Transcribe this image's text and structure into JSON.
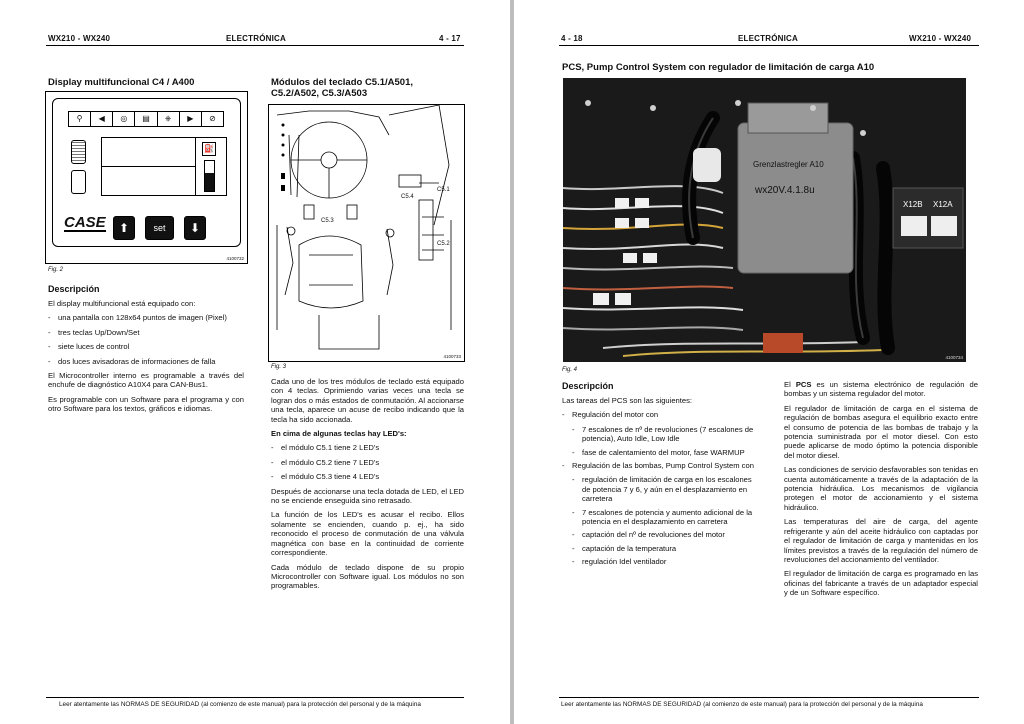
{
  "left_page": {
    "header": {
      "model": "WX210 - WX240",
      "section": "ELECTRÓNICA",
      "page": "4 - 17"
    },
    "display_section": {
      "title": "Display multifuncional C4 / A400",
      "figure_label": "Fig. 2",
      "figure_code": "4100732",
      "case_logo": "CASE",
      "set_button": "set",
      "description_heading": "Descripción",
      "intro": "El display multifuncional está equipado con:",
      "items": [
        "una pantalla con 128x64 puntos de imagen (Pixel)",
        "tres teclas Up/Down/Set",
        "siete luces de control",
        "dos luces avisadoras de informaciones de falla"
      ],
      "para1": "El Microcontroller interno es programable a través del enchufe de diagnóstico A10X4 para CAN-Bus1.",
      "para2": "Es programable con un Software para el programa y con otro Software para los textos, gráficos e idiomas."
    },
    "keyboard_section": {
      "title": "Módulos del teclado C5.1/A501, C5.2/A502, C5.3/A503",
      "figure_label": "Fig. 3",
      "figure_code": "4100733",
      "callouts": [
        "C5.1",
        "C5.4",
        "C5.3",
        "C5.2"
      ],
      "para1": "Cada uno de los tres módulos de teclado está equipado con 4 teclas. Oprimiendo varias veces una tecla se logran dos o más estados de conmutación. Al accionarse una tecla, aparece un acuse de recibo indicando que la tecla ha sido accionada.",
      "leds_heading": "En cima de algunas teclas hay LED's:",
      "leds": [
        "el módulo C5.1 tiene 2 LED's",
        "el módulo C5.2 tiene 7 LED's",
        "el módulo C5.3 tiene 4 LED's"
      ],
      "para2": "Después de accionarse una tecla dotada de LED, el LED no se enciende enseguida sino retrasado.",
      "para3": "La función de los LED's es acusar el recibo. Ellos solamente se encienden, cuando p. ej., ha sido reconocido el proceso de conmutación de una válvula magnética con base en la continuidad de corriente correspondiente.",
      "para4": "Cada módulo de teclado dispone de su propio Microcontroller con Software igual. Los módulos no son programables."
    },
    "footer": "Leer atentamente las NORMAS DE SEGURIDAD (al comienzo de este manual) para la protección del personal y de la máquina"
  },
  "right_page": {
    "header": {
      "page": "4 - 18",
      "section": "ELECTRÓNICA",
      "model": "WX210 - WX240"
    },
    "title": "PCS, Pump Control System con regulador de limitación de carga A10",
    "photo": {
      "label_top": "Grenzlastregler A10",
      "label_mid": "wx20V.4.1.8u",
      "label_x12b": "X12B",
      "label_x12a": "X12A",
      "code": "4100734"
    },
    "figure_label": "Fig. 4",
    "description_heading": "Descripción",
    "intro": "Las tareas del PCS son las siguientes:",
    "tasks": [
      {
        "label": "Regulación del motor con",
        "sub": [
          "7 escalones de nº de revoluciones (7 escalones de potencia), Auto Idle, Low Idle",
          "fase de calentamiento del motor, fase WARMUP"
        ]
      },
      {
        "label": "Regulación de las bombas, Pump Control System con",
        "sub": [
          "regulación de limitación de carga en los escalones de potencia 7 y 6, y aún en el desplazamiento en carretera",
          "7 escalones de potencia y aumento adicional de la potencia en el desplazamiento en carretera",
          "captación del nº de revoluciones del motor",
          "captación de la temperatura",
          "regulación Idel ventilador"
        ]
      }
    ],
    "right_col": {
      "pcs_word": "PCS",
      "p1_prefix": "El",
      "p1_rest": "es un sistema electrónico de regulación de bombas y un sistema regulador del motor.",
      "p2": "El regulador de limitación de carga en el sistema de regulación de bombas asegura el equilibrio exacto entre el consumo de potencia de las bombas de trabajo y la potencia suministrada por el motor diesel. Con esto puede aplicarse de modo óptimo la potencia disponible del motor diesel.",
      "p3": "Las condiciones de servicio desfavorables son tenidas en cuenta automáticamente a través de la adaptación de la potencia hidráulica. Los mecanismos de vigilancia protegen el motor de accionamiento y el sistema hidráulico.",
      "p4": "Las temperaturas del aire de carga, del agente refrigerante y aún del aceite hidráulico con captadas por el regulador de limitación de carga y mantenidas en los límites previstos a través de la regulación del número de revoluciones del accionamiento del ventilador.",
      "p5": "El regulador de limitación de carga es programado en las oficinas del fabricante a través de un adaptador especial y de un Software específico."
    },
    "footer": "Leer atentamente las NORMAS DE SEGURIDAD (al comienzo de este manual) para la protección del personal y de la máquina"
  }
}
